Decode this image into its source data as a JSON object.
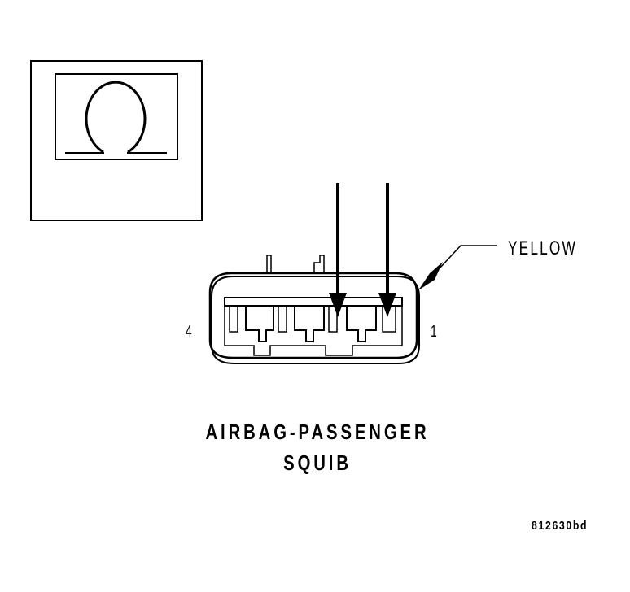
{
  "connector": {
    "name_line1": "AIRBAG-PASSENGER",
    "name_line2": "SQUIB",
    "color_label": "YELLOW",
    "pin_left": "4",
    "pin_right": "1"
  },
  "figure_code": "812630bd",
  "inset_icon": "omega-airbag-symbol-icon",
  "colors": {
    "ink": "#000000",
    "background": "#ffffff"
  }
}
